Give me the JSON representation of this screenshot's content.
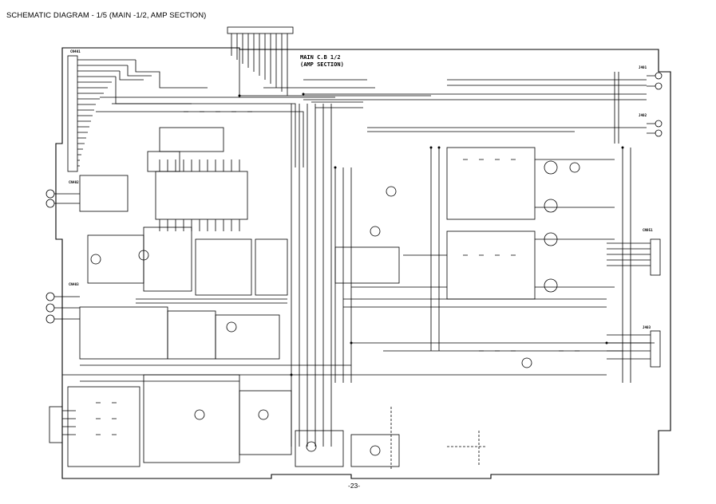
{
  "page": {
    "title": "SCHEMATIC DIAGRAM - 1/5 (MAIN -1/2, AMP SECTION)",
    "page_number": "-23-"
  },
  "board": {
    "label_line1": "MAIN C.B 1/2",
    "label_line2": "(AMP SECTION)"
  },
  "connectors": [
    {
      "id": "CN401",
      "name": "CN401"
    },
    {
      "id": "CN402",
      "name": "CN402"
    },
    {
      "id": "CN403",
      "name": "CN403"
    },
    {
      "id": "CN951",
      "name": "CN951"
    },
    {
      "id": "J401",
      "name": "J401"
    },
    {
      "id": "J402",
      "name": "J402"
    },
    {
      "id": "J403",
      "name": "J403"
    }
  ],
  "style": {
    "line_color": "#000000",
    "background": "#ffffff"
  }
}
